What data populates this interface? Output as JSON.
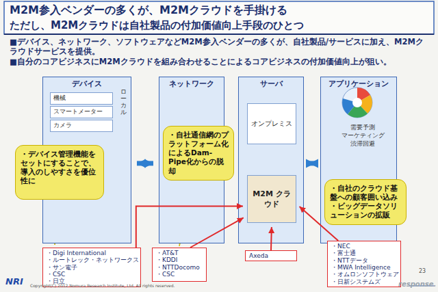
{
  "diagram": {
    "title": "M2M参入ベンダーの多くが、M2Mクラウドを手掛ける",
    "nodes": [
      {
        "text": [
          "デバイス"
        ]
      },
      {
        "text": [
          "機械"
        ],
        "in": 0
      },
      {
        "text": [
          "スマートメーター"
        ],
        "in": 0
      },
      {
        "text": [
          "カメラ"
        ],
        "in": 0
      },
      {
        "text": [
          "ネットワーク"
        ]
      },
      {
        "text": [
          "サーバ"
        ]
      },
      {
        "text": [
          "オンプレミス"
        ],
        "in": 5
      },
      {
        "text": [
          "M2M クラウド"
        ],
        "in": 5
      },
      {
        "text": [
          "アプリケーション"
        ]
      },
      {
        "text": [
          "・デバイス管理機能をセットにすることで、導入のしやすさを優位性に"
        ]
      },
      {
        "text": [
          "・自社通信網のプラットフォーム化によるDam-Pipe化からの脱却"
        ]
      },
      {
        "text": [
          "・自社のクラウド基盤への顧客囲い込み",
          "・ビッグデータソリューションの拡販"
        ]
      },
      {
        "text": [
          "・Digi International",
          "・ルートレック・ネットワークス",
          "・サン電子",
          "・CSC",
          "・日立"
        ]
      },
      {
        "text": [
          "・AT&T",
          "・KDDI",
          "・NTTDocomo",
          "・CSC"
        ]
      },
      {
        "text": [
          "Axeda"
        ]
      },
      {
        "text": [
          "・NEC",
          "・富士通",
          "・NTTデータ",
          "・MWA Intelligence",
          "・オムロンソフトウェア",
          "・日新システムズ"
        ]
      }
    ],
    "edges": [
      {
        "from": 12,
        "to": 7,
        "arrow": "to"
      },
      {
        "from": 13,
        "to": 7,
        "arrow": "to"
      },
      {
        "from": 14,
        "to": 7,
        "arrow": "to"
      },
      {
        "from": 15,
        "to": 7,
        "arrow": "to"
      },
      {
        "from": 0,
        "to": 4,
        "arrow": "both"
      },
      {
        "from": 5,
        "to": 8,
        "arrow": "both"
      }
    ],
    "labels": [
      "ただし、M2Mクラウドは自社製品の付加価値向上手段のひとつ",
      "■デバイス、ネットワーク、ソフトウェアなどM2M参入ベンダーの多くが、自社製品/サービスに加え、M2Mクラウドサービスを提供。",
      "■自分のコアビジネスにM2Mクラウドを組み合わせることによるコアビジネスの付加価値向上が狙い。",
      "ローカル",
      "需要予測",
      "マーケティング",
      "渋滞回避",
      "NRI",
      "Copyright(C) 2012 Nomura Research Institute, Ltd. All rights reserved.",
      "23",
      "response."
    ]
  }
}
